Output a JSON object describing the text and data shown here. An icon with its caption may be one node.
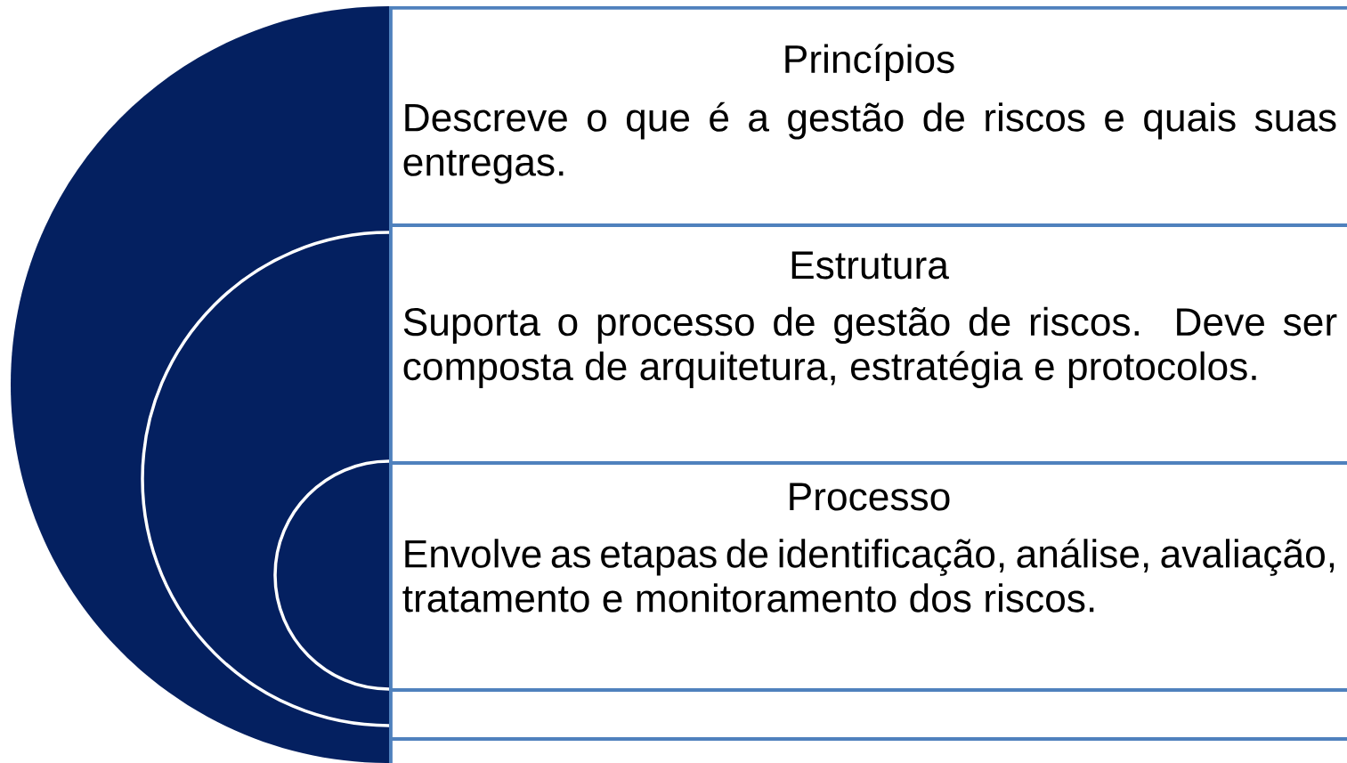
{
  "diagram": {
    "nodes": [
      {
        "text": [
          "Princípios",
          "Descreve o que é a gestão de riscos e quais suas entregas."
        ]
      },
      {
        "text": [
          "Estrutura",
          "Suporta o processo de gestão de riscos. Deve ser composta de arquitetura, estratégia e protocolos."
        ]
      },
      {
        "text": [
          "Processo",
          "Envolve as etapas de identificação, análise, avaliação, tratamento e monitoramento dos riscos."
        ]
      },
      {
        "text": [],
        "shape": "box"
      },
      {
        "text": [],
        "shape": "box"
      }
    ]
  }
}
